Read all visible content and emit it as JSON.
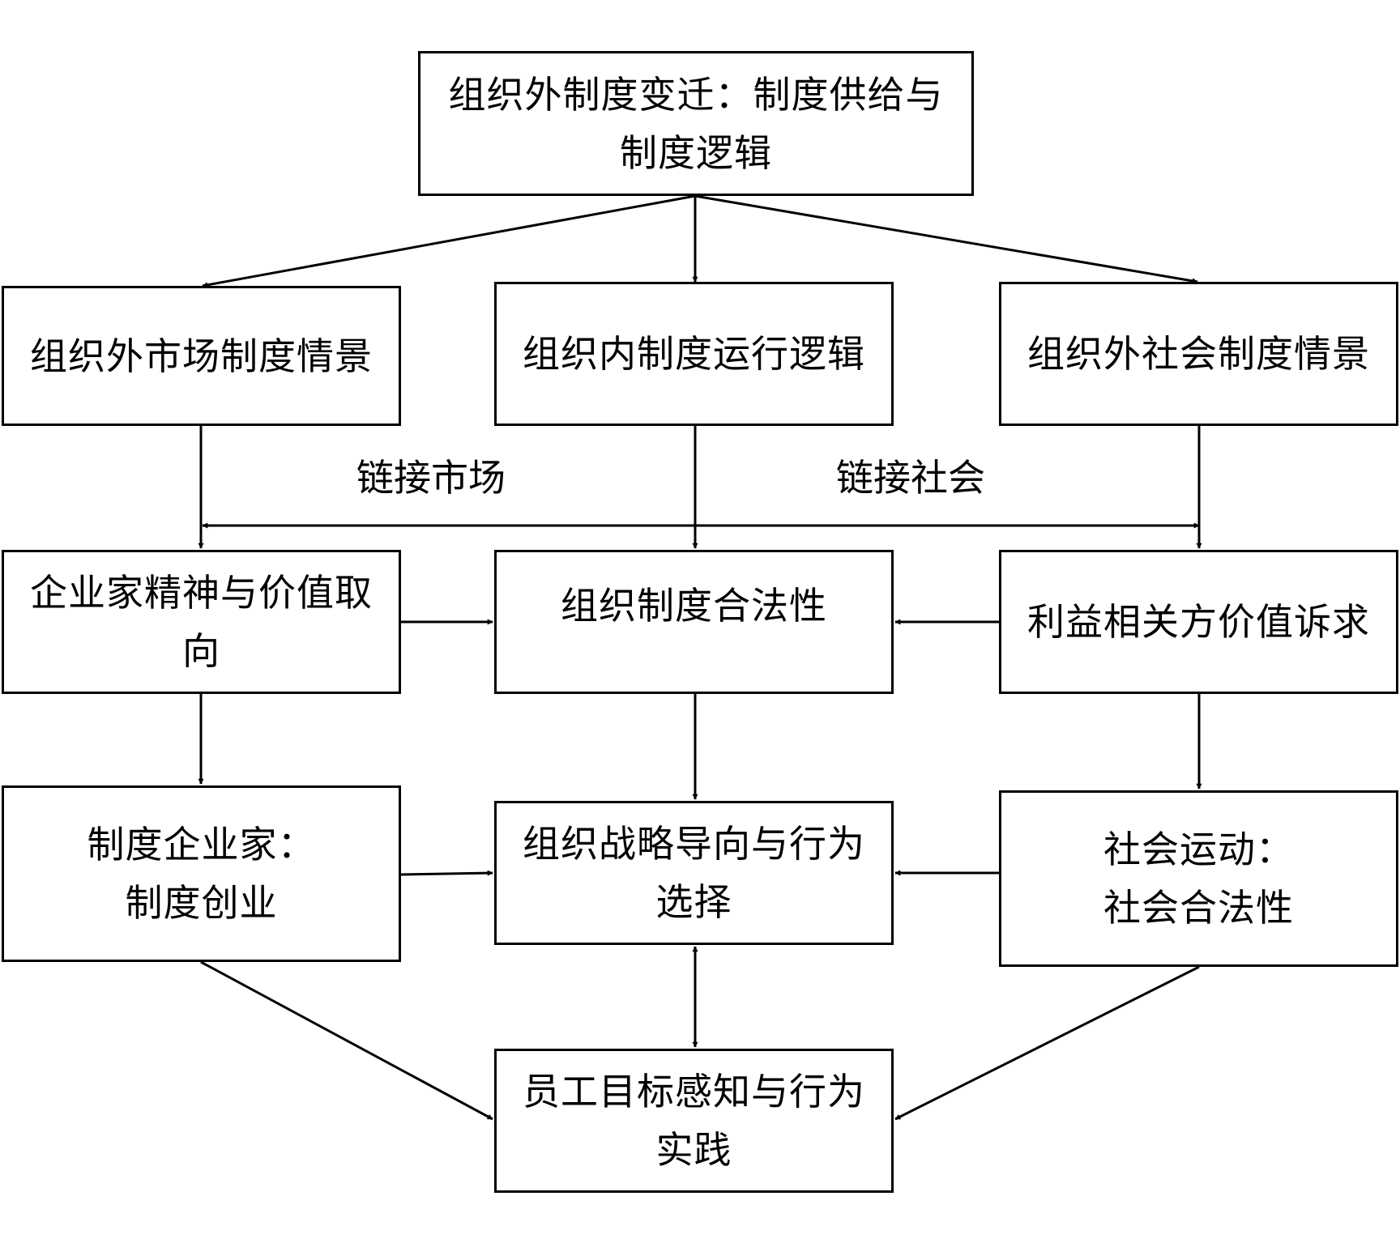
{
  "nodes": {
    "institutional_change": "组织外制度变迁：制度供给与制度逻辑",
    "market_context": "组织外市场制度情景",
    "internal_logic": "组织内制度运行逻辑",
    "social_context": "组织外社会制度情景",
    "entrepreneur_spirit": "企业家精神与价值取向",
    "org_legitimacy": "组织制度合法性",
    "stakeholder_claims": "利益相关方价值诉求",
    "institutional_entrepreneur": "制度企业家：\n制度创业",
    "strategy_behavior": "组织战略导向与行为选择",
    "social_movement": "社会运动：\n社会合法性",
    "employee_perception": "员工目标感知与行为实践"
  },
  "edge_labels": {
    "link_market": "链接市场",
    "link_society": "链接社会"
  }
}
